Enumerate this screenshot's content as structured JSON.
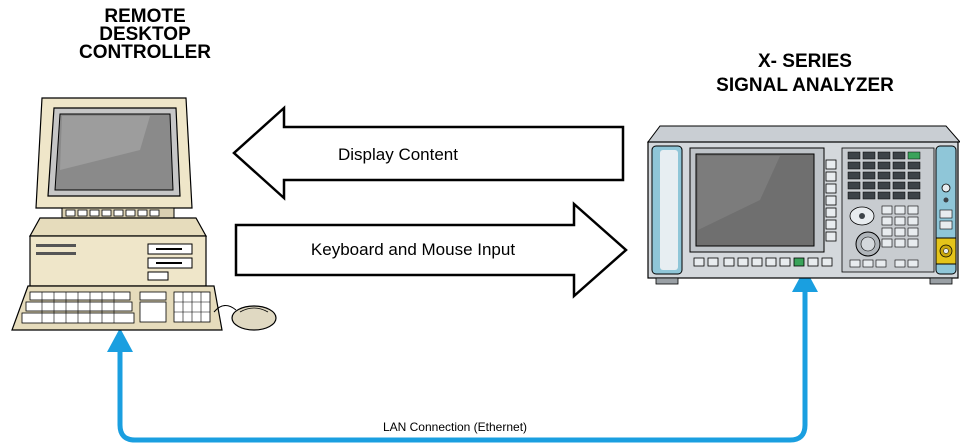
{
  "diagram": {
    "left_title": [
      "REMOTE",
      "DESKTOP",
      "CONTROLLER"
    ],
    "right_title": [
      "X- SERIES",
      "SIGNAL ANALYZER"
    ],
    "arrow_top_label": "Display Content",
    "arrow_bottom_label": "Keyboard and Mouse Input",
    "connection_label": "LAN Connection (Ethernet)",
    "colors": {
      "lan_line": "#1a9fe0",
      "instrument_body": "#d4d8dc",
      "instrument_accent": "#8fc6d8",
      "screen": "#6f6f6f",
      "computer_body": "#efe6c9"
    },
    "icons": [
      "desktop-computer-icon",
      "signal-analyzer-icon"
    ]
  }
}
